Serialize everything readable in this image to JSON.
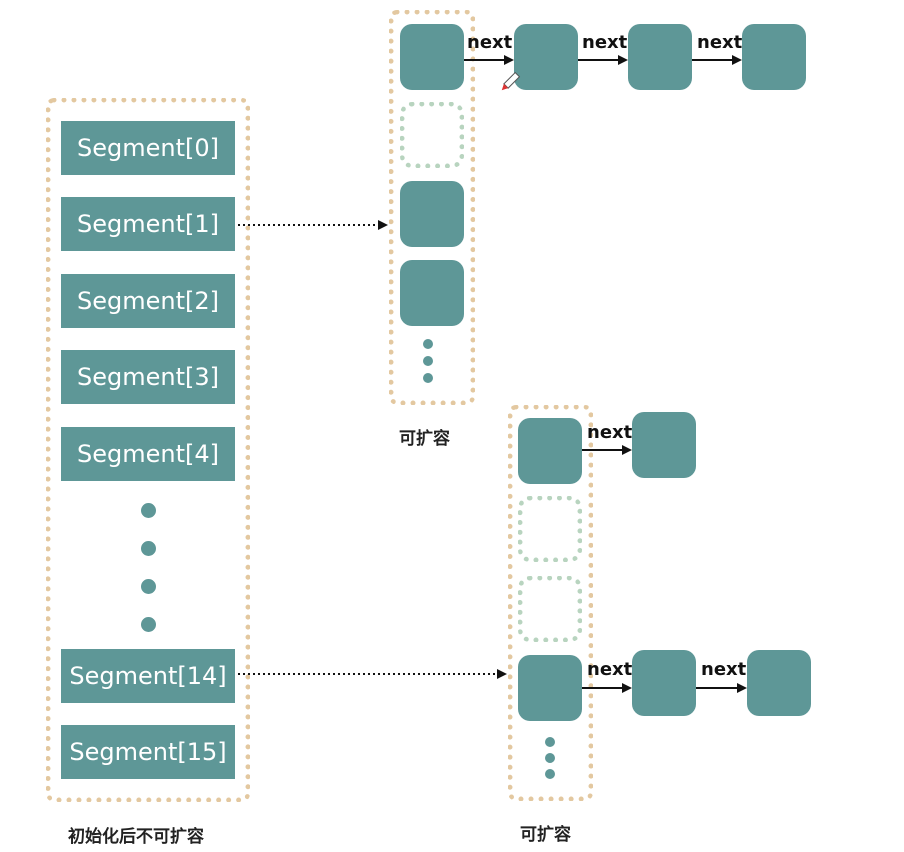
{
  "segments": {
    "labels": [
      "Segment[0]",
      "Segment[1]",
      "Segment[2]",
      "Segment[3]",
      "Segment[4]",
      "Segment[14]",
      "Segment[15]"
    ],
    "caption": "初始化后不可扩容"
  },
  "table_top": {
    "caption": "可扩容"
  },
  "table_bottom": {
    "caption": "可扩容"
  },
  "link_label": "next",
  "colors": {
    "node": "#5e9797",
    "frame": "#e3c8a0",
    "empty_slot": "#b8d4bf"
  },
  "icons": {
    "cursor": "pencil-cursor-icon"
  }
}
